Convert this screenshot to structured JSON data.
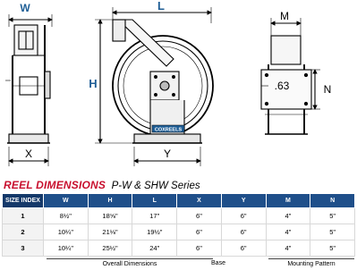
{
  "drawing": {
    "labels": {
      "w": "W",
      "l": "L",
      "h": "H",
      "m": "M",
      "n": "N",
      "x": "X",
      "y": "Y",
      "offset": ".63"
    },
    "accent": "#1f5e96",
    "brand_plate": "COXREELS"
  },
  "section": {
    "title": "REEL DIMENSIONS",
    "subtitle": "P-W & SHW Series"
  },
  "table": {
    "headers": [
      "SIZE INDEX",
      "W",
      "H",
      "L",
      "X",
      "Y",
      "M",
      "N"
    ],
    "rows": [
      [
        "1",
        "8½\"",
        "18⅝\"",
        "17\"",
        "6\"",
        "6\"",
        "4\"",
        "5\""
      ],
      [
        "2",
        "10¼\"",
        "21⅛\"",
        "19½\"",
        "6\"",
        "6\"",
        "4\"",
        "5\""
      ],
      [
        "3",
        "10¼\"",
        "25½\"",
        "24\"",
        "6\"",
        "6\"",
        "4\"",
        "5\""
      ]
    ],
    "groups": [
      "Overall Dimensions",
      "Base",
      "Mounting Pattern"
    ]
  },
  "colors": {
    "header_bg": "#1f4f8a",
    "title_red": "#c8102e"
  }
}
